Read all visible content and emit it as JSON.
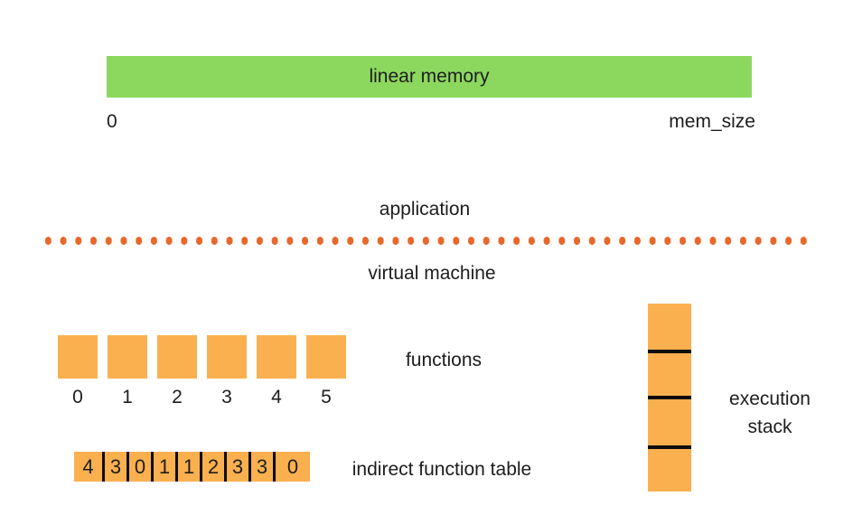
{
  "colors": {
    "background": "#ffffff",
    "green": "#8cd85f",
    "orange": "#fbb04f",
    "dot_orange": "#e8682c",
    "divider_black": "#0d0d0d",
    "text": "#1d1d1d"
  },
  "linear_memory": {
    "label": "linear memory",
    "start_label": "0",
    "end_label": "mem_size"
  },
  "layers": {
    "top_label": "application",
    "bottom_label": "virtual machine"
  },
  "functions": {
    "label": "functions",
    "indices": [
      "0",
      "1",
      "2",
      "3",
      "4",
      "5"
    ]
  },
  "indirect_table": {
    "label": "indirect function table",
    "values": [
      "4",
      "3",
      "0",
      "1",
      "1",
      "2",
      "3",
      "3",
      "0"
    ]
  },
  "execution_stack": {
    "label_line1": "execution",
    "label_line2": "stack",
    "cell_count": 4
  }
}
